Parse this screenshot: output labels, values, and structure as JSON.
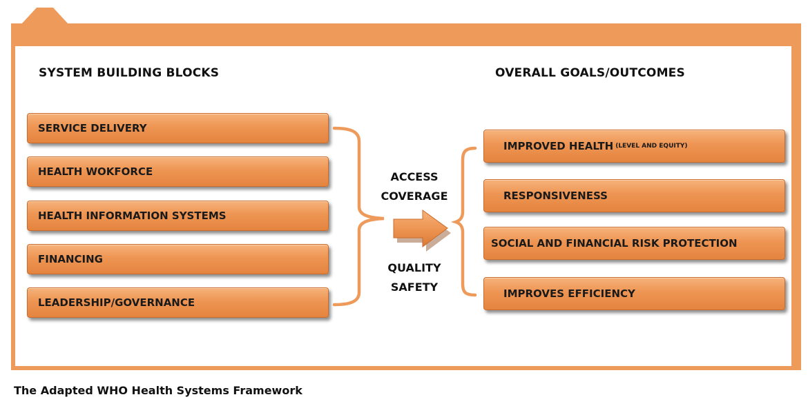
{
  "left_heading": "SYSTEM BUILDING BLOCKS",
  "right_heading": "OVERALL GOALS/OUTCOMES",
  "building_blocks": [
    "SERVICE DELIVERY",
    "HEALTH WOKFORCE",
    "HEALTH INFORMATION SYSTEMS",
    "FINANCING",
    "LEADERSHIP/GOVERNANCE"
  ],
  "center_top": [
    "ACCESS",
    "COVERAGE"
  ],
  "center_bottom": [
    "QUALITY",
    "SAFETY"
  ],
  "outcomes": [
    {
      "main": "IMPROVED HEALTH",
      "sub": "(LEVEL AND EQUITY)"
    },
    {
      "main": "RESPONSIVENESS",
      "sub": ""
    },
    {
      "main": "SOCIAL AND FINANCIAL RISK PROTECTION",
      "sub": ""
    },
    {
      "main": "IMPROVES EFFICIENCY",
      "sub": ""
    }
  ],
  "caption": "The Adapted WHO Health Systems Framework",
  "colors": {
    "frame": "#ee9a5a",
    "box": "#ee9553",
    "bracket": "#ee9a5a",
    "arrow": "#ee9553"
  }
}
